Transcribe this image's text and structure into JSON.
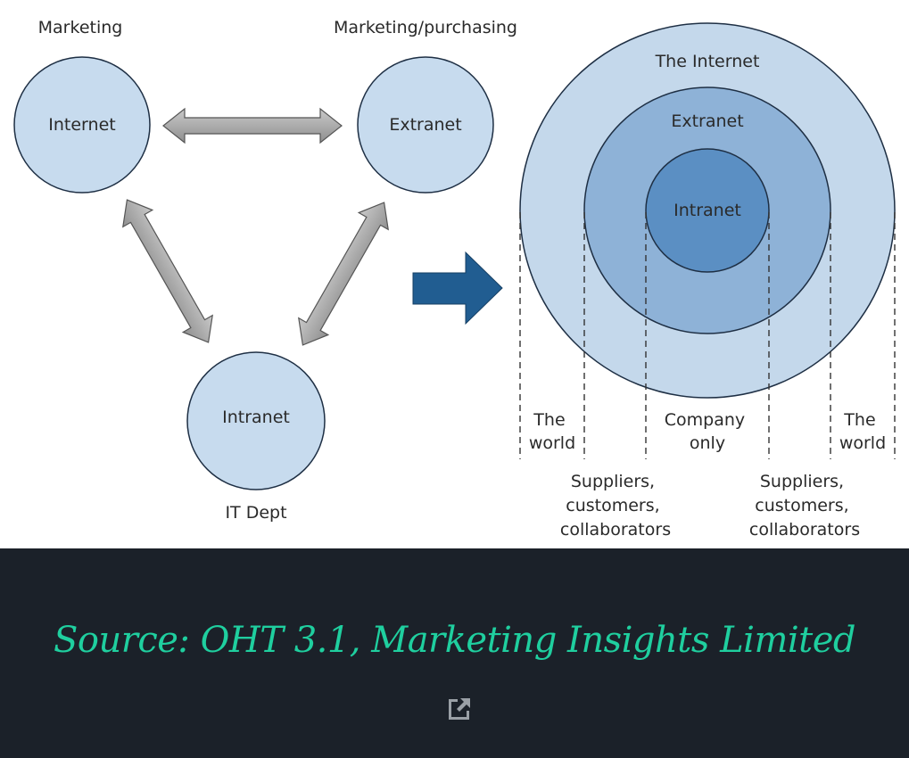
{
  "diagram": {
    "left": {
      "nodes": {
        "internet": {
          "label": "Internet",
          "caption": "Marketing"
        },
        "extranet": {
          "label": "Extranet",
          "caption": "Marketing/purchasing"
        },
        "intranet": {
          "label": "Intranet",
          "caption": "IT Dept"
        }
      }
    },
    "right": {
      "rings": {
        "internet": "The Internet",
        "extranet": "Extranet",
        "intranet": "Intranet"
      },
      "zones": {
        "world_left": [
          "The",
          "world"
        ],
        "company": [
          "Company",
          "only"
        ],
        "world_right": [
          "The",
          "world"
        ],
        "partners_left": [
          "Suppliers,",
          "customers,",
          "collaborators"
        ],
        "partners_right": [
          "Suppliers,",
          "customers,",
          "collaborators"
        ]
      }
    },
    "colors": {
      "node_fill": "#c7dbee",
      "ring_outer": "#c4d8eb",
      "ring_middle": "#8eb2d7",
      "ring_inner": "#5b8fc3",
      "outline": "#1e2f44",
      "arrow_grey": "#a4a4a4",
      "arrow_blue": "#215d91"
    }
  },
  "caption": "Source: OHT 3.1, Marketing Insights Limited",
  "caption_color": "#1fcf9f",
  "open_icon": "external-link-icon"
}
